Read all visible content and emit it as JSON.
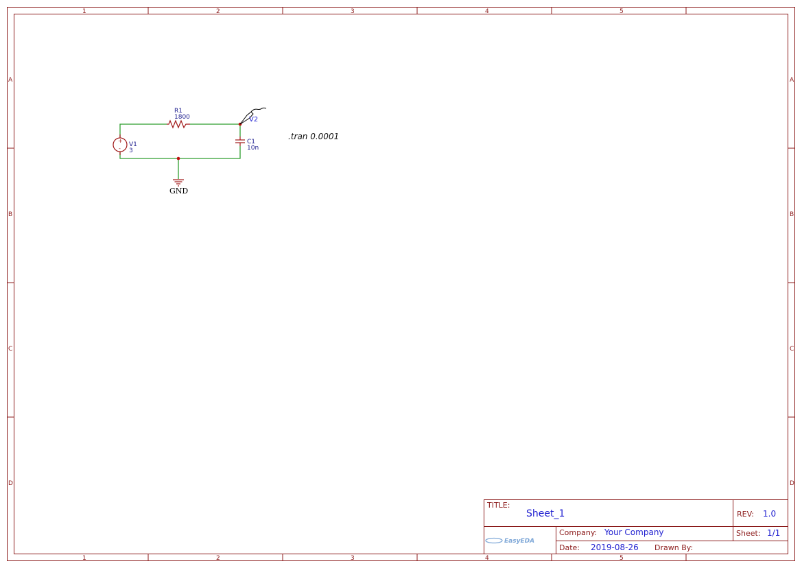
{
  "frame": {
    "columns": [
      "1",
      "2",
      "3",
      "4",
      "5"
    ],
    "rows": [
      "A",
      "B",
      "C",
      "D"
    ]
  },
  "components": {
    "r1": {
      "ref": "R1",
      "value": "1800"
    },
    "c1": {
      "ref": "C1",
      "value": "10n"
    },
    "v1": {
      "ref": "V1",
      "value": "3",
      "plus": "+",
      "minus": "-"
    },
    "gnd": {
      "label": "GND"
    },
    "probe": {
      "label": "V2"
    }
  },
  "spice_directive": ".tran 0.0001",
  "title_block": {
    "title_label": "TITLE:",
    "title": "Sheet_1",
    "rev_label": "REV:",
    "rev": "1.0",
    "company_label": "Company:",
    "company": "Your Company",
    "sheet_label": "Sheet:",
    "sheet": "1/1",
    "date_label": "Date:",
    "date": "2019-08-26",
    "drawn_by_label": "Drawn By:",
    "drawn_by": "",
    "logo": "EasyEDA"
  },
  "colors": {
    "frame": "#8b1a1a",
    "wire": "#2e9e2e",
    "component": "#a01818",
    "text_blue": "#2020d0"
  }
}
